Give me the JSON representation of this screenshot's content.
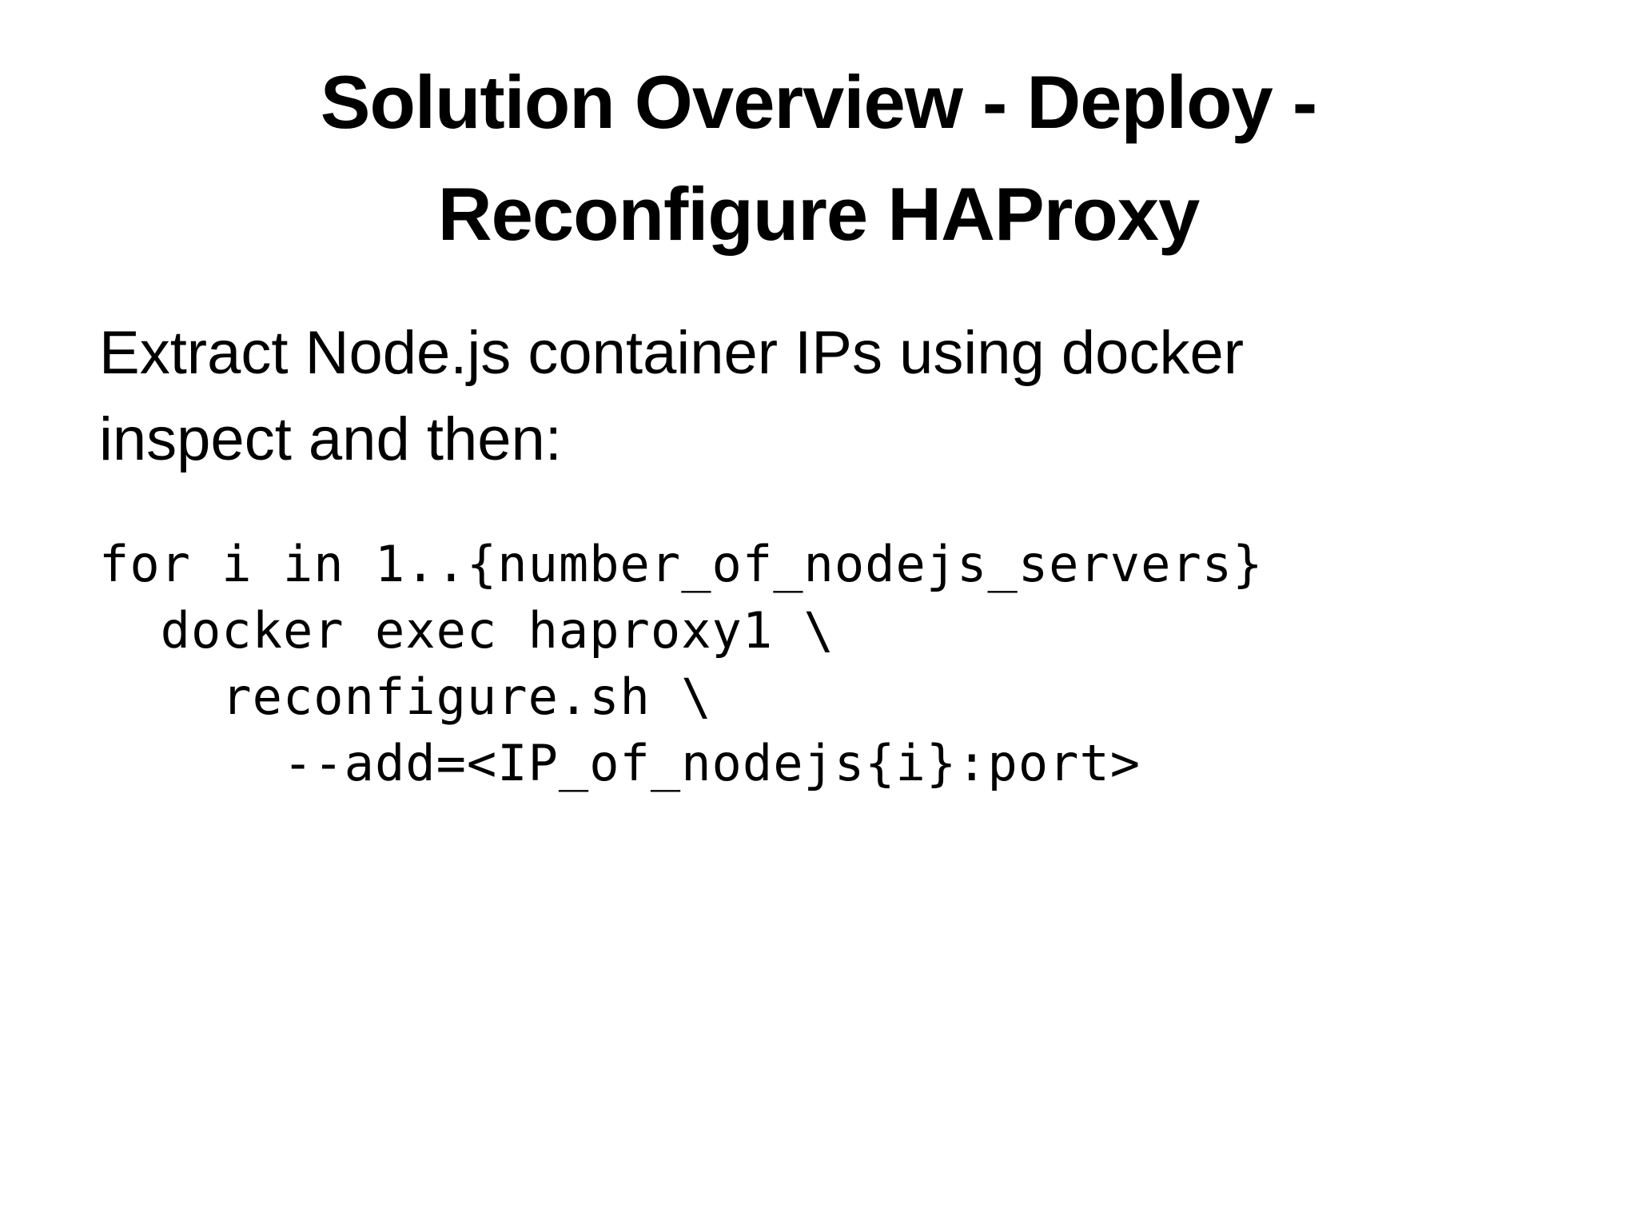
{
  "slide": {
    "title_lines": [
      "Solution Overview - Deploy -",
      "Reconfigure HAProxy"
    ],
    "body_lines": [
      "Extract Node.js container IPs using docker",
      "inspect and then:"
    ],
    "code_lines": [
      "for i in 1..{number_of_nodejs_servers}",
      "  docker exec haproxy1 \\",
      "    reconfigure.sh \\",
      "      --add=<IP_of_nodejs{i}:port>"
    ]
  }
}
